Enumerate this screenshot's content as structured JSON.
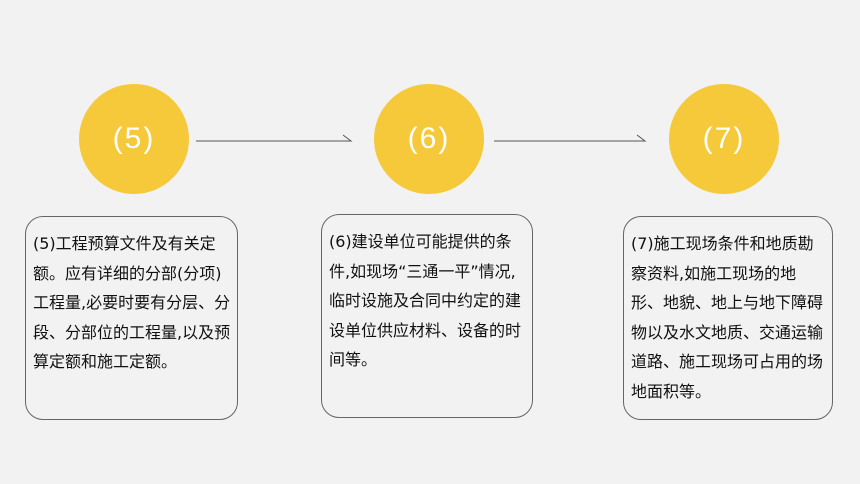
{
  "steps": [
    {
      "label": "(5)",
      "text": "(5)工程预算文件及有关定额。应有详细的分部(分项)工程量,必要时要有分层、分段、分部位的工程量,以及预算定额和施工定额。"
    },
    {
      "label": "(6)",
      "text": "(6)建设单位可能提供的条件,如现场“三通一平”情况,临时设施及合同中约定的建设单位供应材料、设备的时间等。"
    },
    {
      "label": "(7)",
      "text": "(7)施工现场条件和地质勘察资料,如施工现场的地形、地貌、地上与地下障碍物以及水文地质、交通运输道路、施工现场可占用的场地面积等。"
    }
  ],
  "colors": {
    "circle_fill": "#f5c93a",
    "circle_text": "#ffffff",
    "arrow": "#555555",
    "box_border": "#666666",
    "background": "#f2f2f2"
  }
}
